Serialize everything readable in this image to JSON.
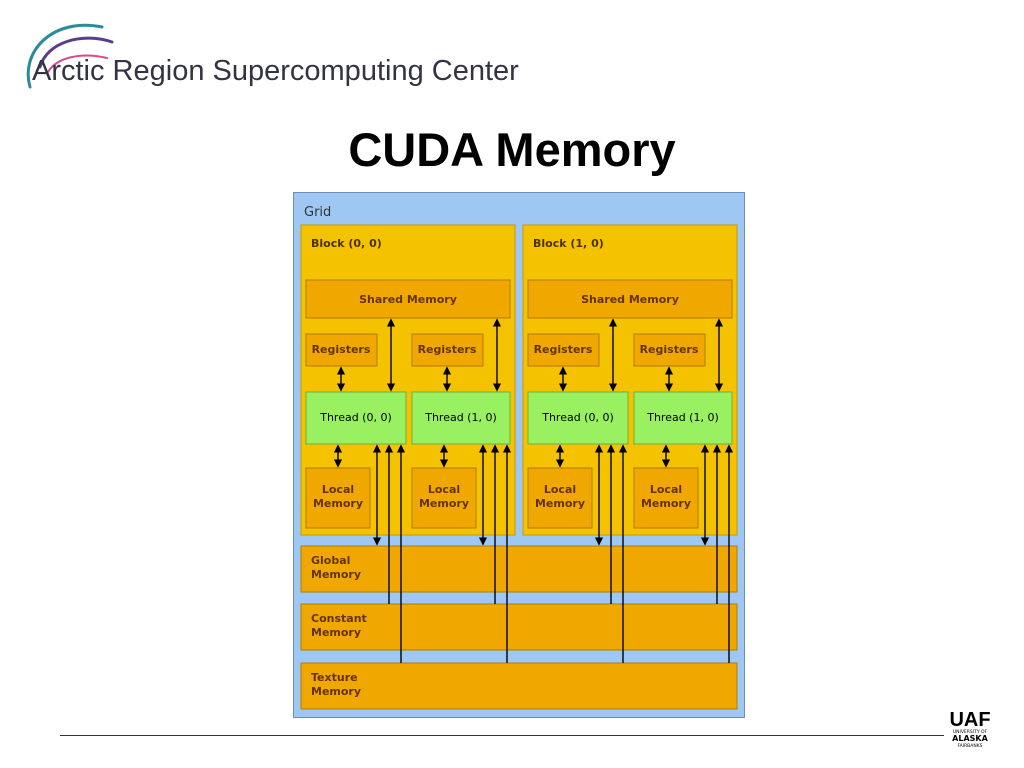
{
  "header": {
    "org_name": "Arctic Region Supercomputing Center",
    "title": "CUDA Memory"
  },
  "diagram": {
    "grid_label": "Grid",
    "blocks": [
      {
        "label": "Block (0, 0)",
        "shared_memory": "Shared Memory",
        "threads": [
          {
            "registers": "Registers",
            "thread": "Thread (0, 0)",
            "local_line1": "Local",
            "local_line2": "Memory"
          },
          {
            "registers": "Registers",
            "thread": "Thread (1, 0)",
            "local_line1": "Local",
            "local_line2": "Memory"
          }
        ]
      },
      {
        "label": "Block (1, 0)",
        "shared_memory": "Shared Memory",
        "threads": [
          {
            "registers": "Registers",
            "thread": "Thread (0, 0)",
            "local_line1": "Local",
            "local_line2": "Memory"
          },
          {
            "registers": "Registers",
            "thread": "Thread (1, 0)",
            "local_line1": "Local",
            "local_line2": "Memory"
          }
        ]
      }
    ],
    "memories": [
      {
        "line1": "Global",
        "line2": "Memory"
      },
      {
        "line1": "Constant",
        "line2": "Memory"
      },
      {
        "line1": "Texture",
        "line2": "Memory"
      }
    ]
  },
  "footer": {
    "uaf_mark": "UAF",
    "uaf_line1": "UNIVERSITY OF",
    "uaf_line2": "ALASKA",
    "uaf_line3": "FAIRBANKS"
  },
  "colors": {
    "grid_bg": "#9ec8f3",
    "block_bg": "#f5c200",
    "memory_box": "#f0a800",
    "thread_bg": "#99f060",
    "label_text": "#663300",
    "logo_teal": "#2a8a9a",
    "logo_purple": "#5a3d8a"
  }
}
